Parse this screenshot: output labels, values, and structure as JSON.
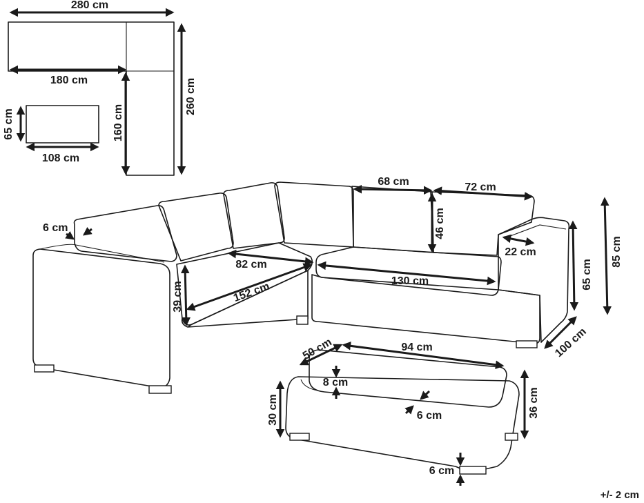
{
  "plan_view": {
    "total_width": "280 cm",
    "chaise_width": "180 cm",
    "total_depth": "260 cm",
    "side_depth": "160 cm"
  },
  "ottoman_plan": {
    "depth": "65 cm",
    "width": "108 cm"
  },
  "sofa": {
    "back_cushion_height": "6 cm",
    "seat_width_left": "68 cm",
    "seat_width_right": "72 cm",
    "back_height": "46 cm",
    "arm_width": "22 cm",
    "seat_depth": "82 cm",
    "seat_length_right": "130 cm",
    "seat_length_left": "152 cm",
    "seat_height": "39 cm",
    "arm_height": "65 cm",
    "total_height": "85 cm",
    "depth": "100 cm"
  },
  "ottoman": {
    "cushion_depth": "50 cm",
    "cushion_width": "94 cm",
    "cushion_thickness": "8 cm",
    "inset": "6 cm",
    "body_height": "30 cm",
    "total_height": "36 cm",
    "foot_height": "6 cm"
  },
  "tolerance": "+/- 2 cm"
}
